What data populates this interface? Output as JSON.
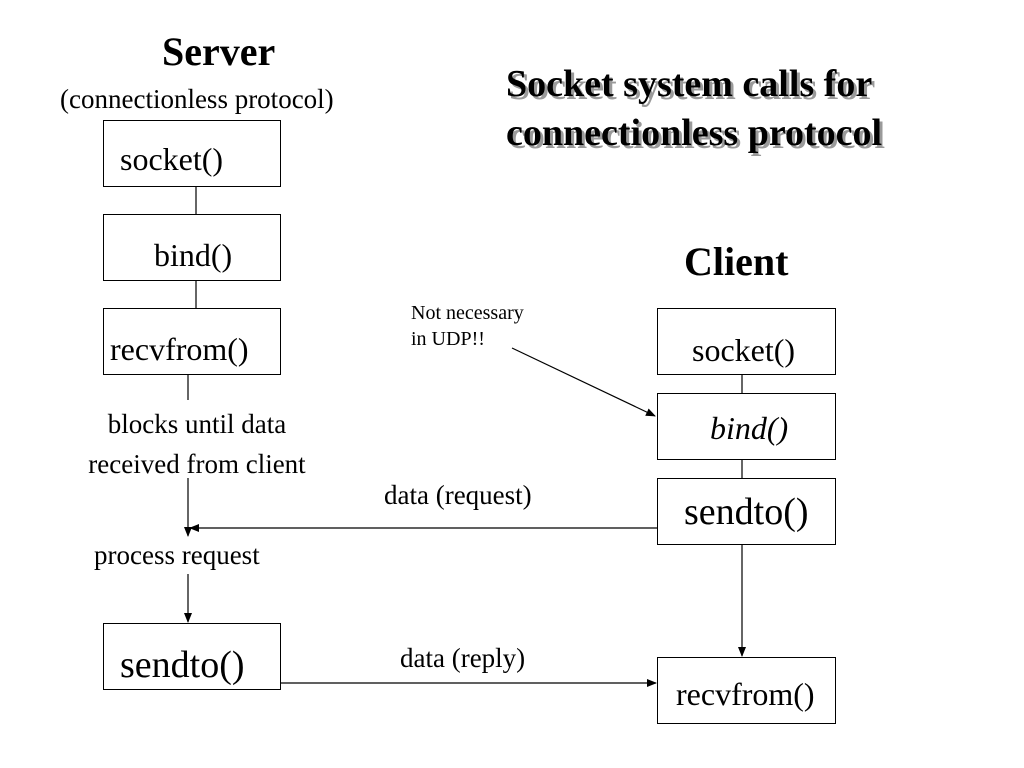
{
  "title": {
    "line1": "Socket system calls for",
    "line2": "connectionless protocol"
  },
  "server": {
    "heading": "Server",
    "subheading": "(connectionless protocol)",
    "socket_label": "socket()",
    "bind_label": "bind()",
    "recvfrom_label": "recvfrom()",
    "blocks_line1": "blocks until data",
    "blocks_line2": "received from client",
    "process_label": "process request",
    "sendto_label": "sendto()"
  },
  "client": {
    "heading": "Client",
    "socket_label": "socket()",
    "bind_label": "bind()",
    "sendto_label": "sendto()",
    "recvfrom_label": "recvfrom()"
  },
  "annotation": {
    "line1": "Not necessary",
    "line2": "in UDP!!"
  },
  "arrows": {
    "request_label": "data (request)",
    "reply_label": "data (reply)"
  }
}
